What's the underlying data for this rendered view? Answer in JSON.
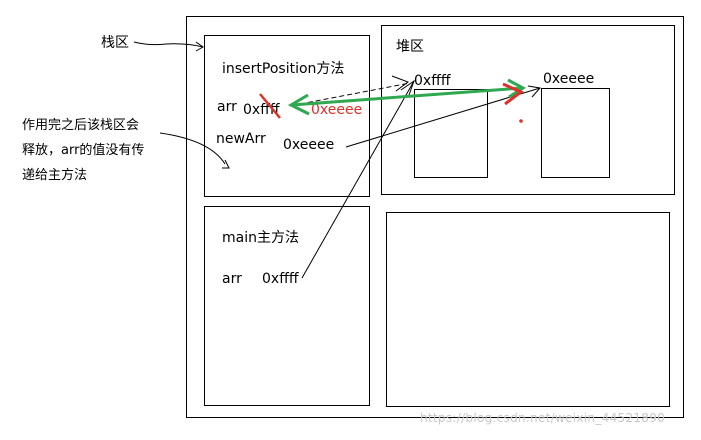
{
  "labels": {
    "stack": "栈区",
    "heap": "堆区",
    "insert_frame_title": "insertPosition方法",
    "main_frame_title": "main主方法",
    "insert_arr": "arr",
    "insert_arr_value_old": "0xffff",
    "insert_arr_value_new": "0xeeee",
    "insert_newarr": "newArr",
    "insert_newarr_value": "0xeeee",
    "main_arr": "arr",
    "main_arr_value": "0xffff",
    "heap_obj1_addr": "0xffff",
    "heap_obj2_addr": "0xeeee"
  },
  "note": {
    "line1": "作用完之后该栈区会",
    "line2": "释放，arr的值没有传",
    "line3": "递给主方法"
  },
  "watermark": "https://blog.csdn.net/weixin_44521890",
  "colors": {
    "ink": "#000000",
    "red": "#e0302a",
    "green": "#2fa84f",
    "watermark": "#c8c8c8"
  }
}
